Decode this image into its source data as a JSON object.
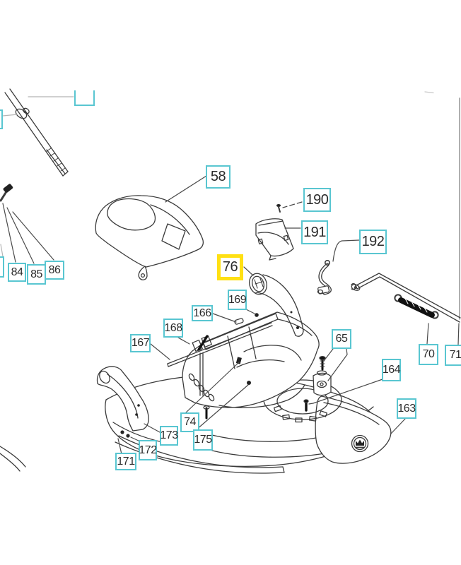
{
  "diagram": {
    "type": "exploded-parts-diagram",
    "highlighted_part": "76",
    "colors": {
      "label_box_border": "#59c6d1",
      "highlight_box_border": "#ffe013",
      "line_art": "#3b3b3b",
      "leader_light": "#b5b5b5",
      "label_text": "#2b2b2b",
      "background": "#ffffff"
    },
    "labels": [
      {
        "text": "",
        "cut_off": true
      },
      {
        "text": "",
        "cut_off": true
      },
      {
        "text": "",
        "cut_off": true
      },
      {
        "text": "58",
        "cut_off": false
      },
      {
        "text": "190",
        "cut_off": false
      },
      {
        "text": "191",
        "cut_off": false
      },
      {
        "text": "192",
        "cut_off": false
      },
      {
        "text": "76",
        "cut_off": false,
        "highlighted": true
      },
      {
        "text": "169",
        "cut_off": false
      },
      {
        "text": "166",
        "cut_off": false
      },
      {
        "text": "168",
        "cut_off": false
      },
      {
        "text": "167",
        "cut_off": false
      },
      {
        "text": "84",
        "cut_off": false
      },
      {
        "text": "85",
        "cut_off": false
      },
      {
        "text": "86",
        "cut_off": false
      },
      {
        "text": "65",
        "cut_off": false
      },
      {
        "text": "164",
        "cut_off": false
      },
      {
        "text": "163",
        "cut_off": false
      },
      {
        "text": "70",
        "cut_off": false
      },
      {
        "text": "71",
        "cut_off": true
      },
      {
        "text": "74",
        "cut_off": false
      },
      {
        "text": "175",
        "cut_off": false
      },
      {
        "text": "173",
        "cut_off": false
      },
      {
        "text": "172",
        "cut_off": false
      },
      {
        "text": "171",
        "cut_off": false
      }
    ]
  }
}
